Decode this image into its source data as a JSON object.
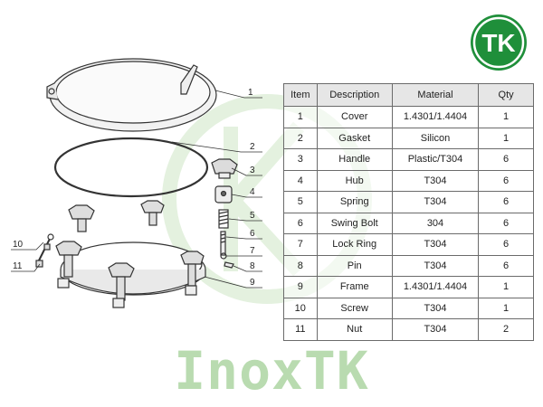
{
  "brand": {
    "logo_text": "TK",
    "wordmark": "InoxTK",
    "colors": {
      "green": "#1f8f3a",
      "watermark": "#b9dbb0"
    }
  },
  "callouts": [
    "1",
    "2",
    "3",
    "4",
    "5",
    "6",
    "7",
    "8",
    "9",
    "10",
    "11"
  ],
  "table": {
    "headers": [
      "Item",
      "Description",
      "Material",
      "Qty"
    ],
    "rows": [
      [
        "1",
        "Cover",
        "1.4301/1.4404",
        "1"
      ],
      [
        "2",
        "Gasket",
        "Silicon",
        "1"
      ],
      [
        "3",
        "Handle",
        "Plastic/T304",
        "6"
      ],
      [
        "4",
        "Hub",
        "T304",
        "6"
      ],
      [
        "5",
        "Spring",
        "T304",
        "6"
      ],
      [
        "6",
        "Swing Bolt",
        "304",
        "6"
      ],
      [
        "7",
        "Lock Ring",
        "T304",
        "6"
      ],
      [
        "8",
        "Pin",
        "T304",
        "6"
      ],
      [
        "9",
        "Frame",
        "1.4301/1.4404",
        "1"
      ],
      [
        "10",
        "Screw",
        "T304",
        "1"
      ],
      [
        "11",
        "Nut",
        "T304",
        "2"
      ]
    ]
  }
}
